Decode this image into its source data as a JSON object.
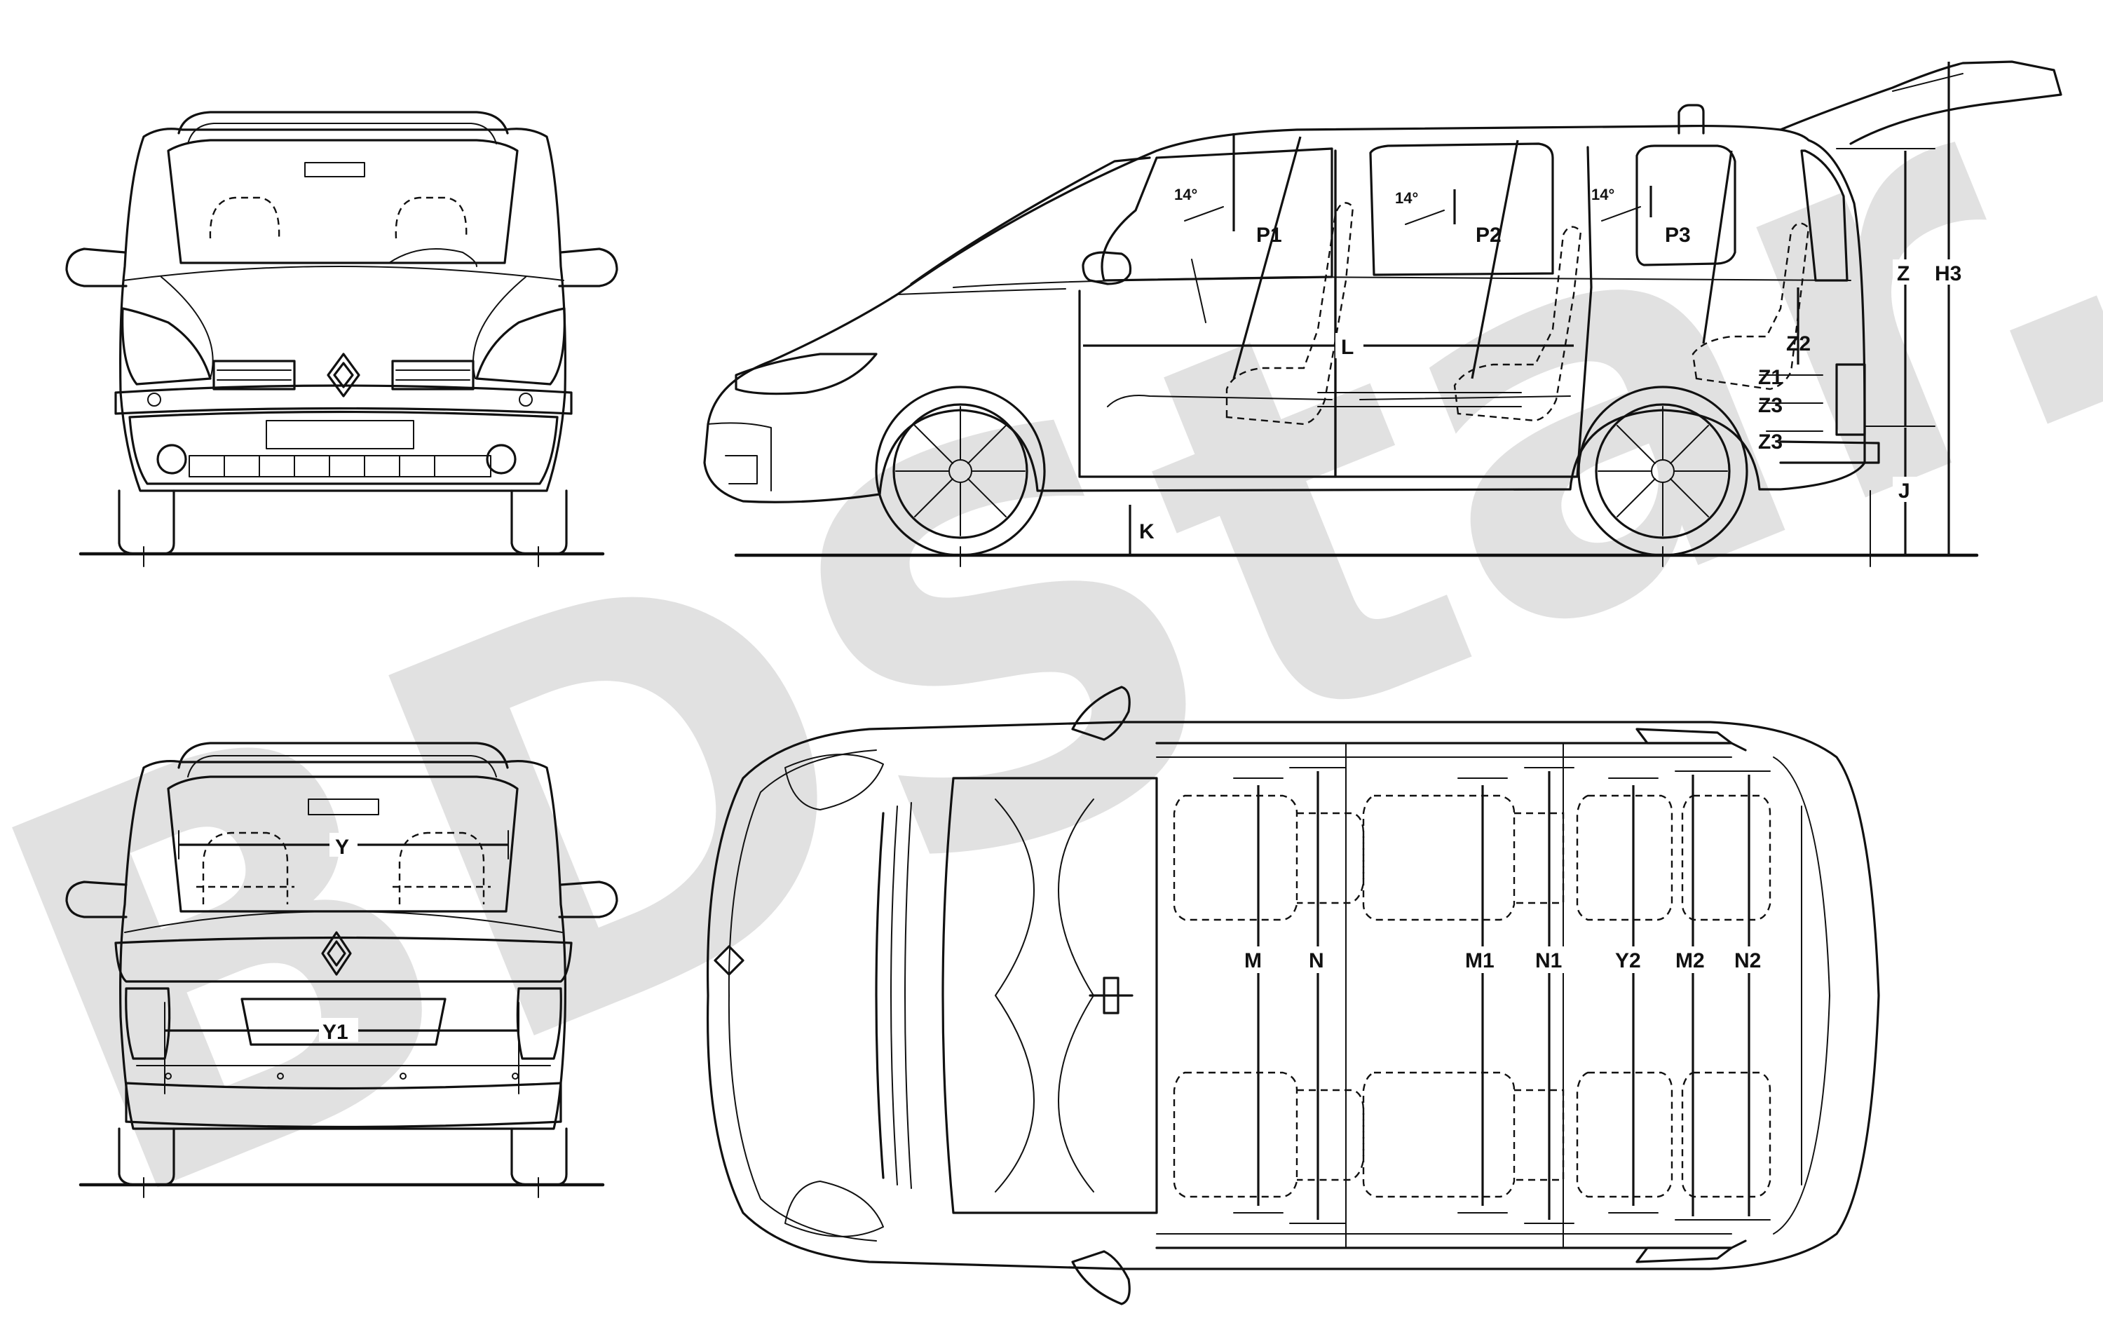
{
  "watermark": "BDStar.ru",
  "views": {
    "front": {
      "name": "front view"
    },
    "side": {
      "name": "side view"
    },
    "rear": {
      "name": "rear view"
    },
    "top": {
      "name": "top view"
    }
  },
  "angles": {
    "front_seat": "14°",
    "middle_seat": "14°",
    "rear_seat": "14°"
  },
  "dimension_labels": {
    "P1": "P1",
    "P2": "P2",
    "P3": "P3",
    "L": "L",
    "K": "K",
    "J": "J",
    "Z": "Z",
    "H3": "H3",
    "Z1": "Z1",
    "Z2": "Z2",
    "Z3a": "Z3",
    "Z3b": "Z3",
    "Y": "Y",
    "Y1": "Y1",
    "Y2": "Y2",
    "M": "M",
    "N": "N",
    "M1": "M1",
    "N1": "N1",
    "M2": "M2",
    "N2": "N2"
  },
  "colors": {
    "line": "#111111",
    "watermark": "#c9c9c9",
    "background": "#ffffff"
  }
}
